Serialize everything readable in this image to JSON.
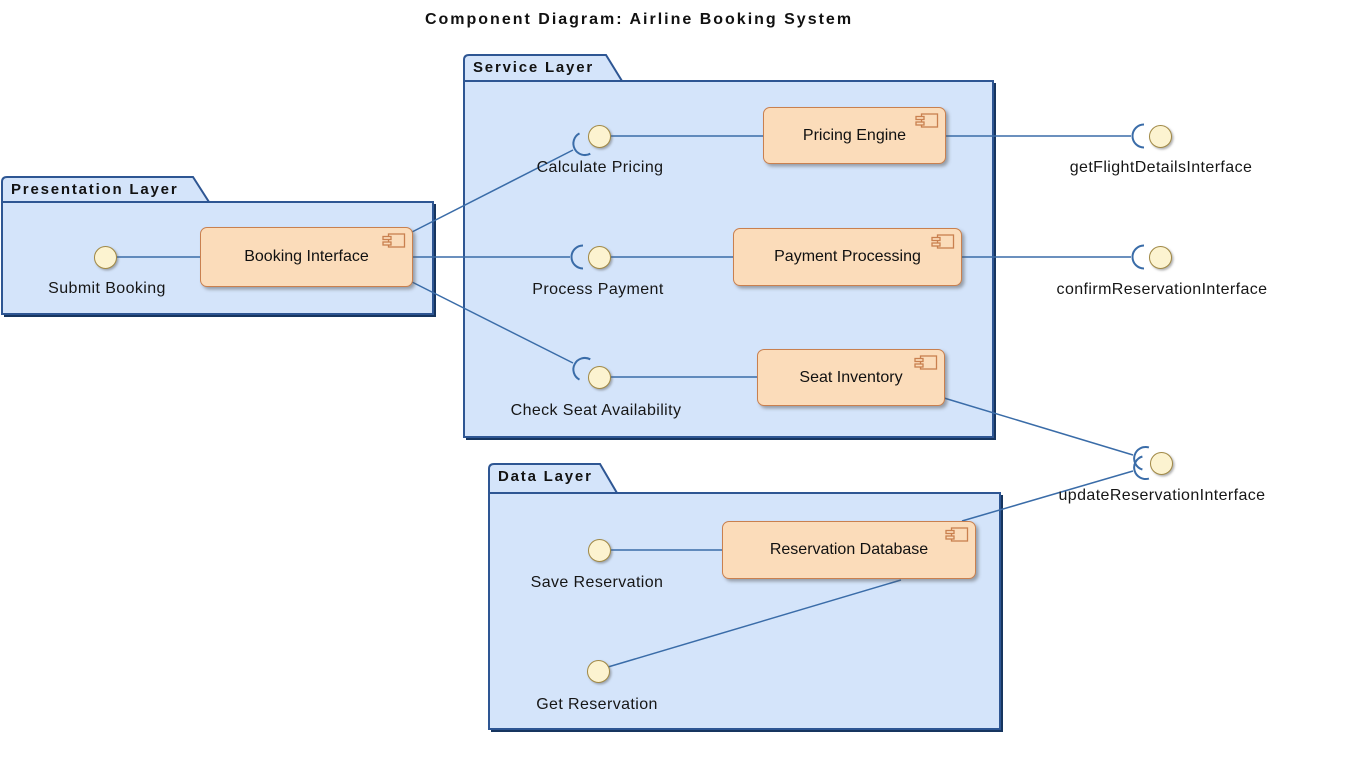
{
  "title": "Component Diagram: Airline Booking System",
  "packages": [
    {
      "label": "Presentation Layer"
    },
    {
      "label": "Service Layer"
    },
    {
      "label": "Data Layer"
    }
  ],
  "components": [
    {
      "label": "Booking Interface",
      "package": "Presentation Layer"
    },
    {
      "label": "Pricing Engine",
      "package": "Service Layer"
    },
    {
      "label": "Payment Processing",
      "package": "Service Layer"
    },
    {
      "label": "Seat Inventory",
      "package": "Service Layer"
    },
    {
      "label": "Reservation Database",
      "package": "Data Layer"
    }
  ],
  "interfaces": [
    {
      "label": "Submit Booking",
      "kind": "provided",
      "attached_to": "Booking Interface"
    },
    {
      "label": "Calculate Pricing",
      "kind": "provided",
      "attached_to": "Pricing Engine"
    },
    {
      "label": "Process Payment",
      "kind": "provided",
      "attached_to": "Payment Processing"
    },
    {
      "label": "Check Seat Availability",
      "kind": "provided",
      "attached_to": "Seat Inventory"
    },
    {
      "label": "Save Reservation",
      "kind": "provided",
      "attached_to": "Reservation Database"
    },
    {
      "label": "Get Reservation",
      "kind": "provided",
      "attached_to": "Reservation Database"
    },
    {
      "label": "getFlightDetailsInterface",
      "kind": "required",
      "attached_to": "Pricing Engine"
    },
    {
      "label": "confirmReservationInterface",
      "kind": "required",
      "attached_to": "Payment Processing"
    },
    {
      "label": "updateReservationInterface",
      "kind": "required",
      "attached_to": "Seat Inventory / Reservation Database"
    }
  ],
  "connections": [
    {
      "from": "Submit Booking",
      "to": "Booking Interface",
      "socket": false
    },
    {
      "from": "Booking Interface",
      "to": "Calculate Pricing",
      "socket": true
    },
    {
      "from": "Booking Interface",
      "to": "Process Payment",
      "socket": true
    },
    {
      "from": "Booking Interface",
      "to": "Check Seat Availability",
      "socket": true
    },
    {
      "from": "Calculate Pricing",
      "to": "Pricing Engine",
      "socket": false
    },
    {
      "from": "Pricing Engine",
      "to": "getFlightDetailsInterface",
      "socket": true
    },
    {
      "from": "Process Payment",
      "to": "Payment Processing",
      "socket": false
    },
    {
      "from": "Payment Processing",
      "to": "confirmReservationInterface",
      "socket": true
    },
    {
      "from": "Check Seat Availability",
      "to": "Seat Inventory",
      "socket": false
    },
    {
      "from": "Seat Inventory",
      "to": "updateReservationInterface",
      "socket": true
    },
    {
      "from": "Save Reservation",
      "to": "Reservation Database",
      "socket": false
    },
    {
      "from": "Get Reservation",
      "to": "Reservation Database",
      "socket": false
    },
    {
      "from": "Reservation Database",
      "to": "updateReservationInterface",
      "socket": true
    }
  ],
  "colors": {
    "package_fill": "#D4E4FA",
    "package_border": "#2E5693",
    "package_shadow": "#16355F",
    "component_fill": "#FBDCBA",
    "component_border": "#C9804F",
    "interface_fill": "#FCF3D0",
    "interface_border": "#A18945",
    "edge": "#3A6CA8",
    "text": "#111111"
  }
}
